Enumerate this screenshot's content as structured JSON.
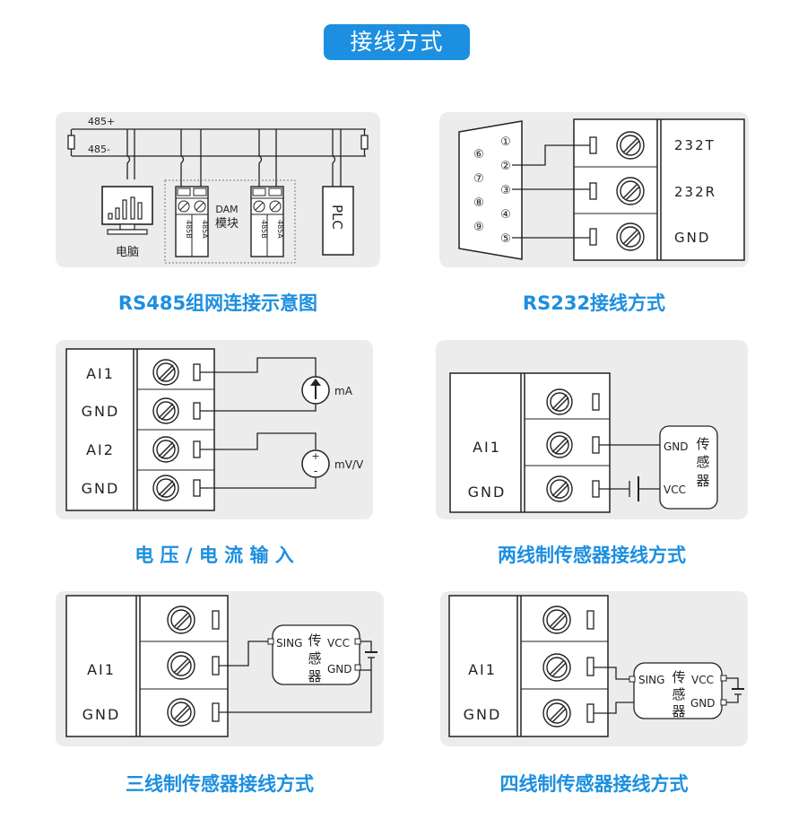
{
  "header": {
    "title": "接线方式"
  },
  "captions": {
    "rs485": "RS485组网连接示意图",
    "rs232": "RS232接线方式",
    "voltage_current": "电 压 / 电 流 输 入",
    "two_wire": "两线制传感器接线方式",
    "three_wire": "三线制传感器接线方式",
    "four_wire": "四线制传感器接线方式"
  },
  "rs485": {
    "bus_plus": "485+",
    "bus_minus": "485-",
    "computer": "电脑",
    "module_title": "DAM",
    "module_sub": "模块",
    "port_a": "485A",
    "port_b": "485B",
    "plc": "PLC"
  },
  "rs232": {
    "pins": [
      "①",
      "②",
      "③",
      "④",
      "⑤",
      "⑥",
      "⑦",
      "⑧",
      "⑨"
    ],
    "terminals": [
      "232T",
      "232R",
      "GND"
    ]
  },
  "voltage_current": {
    "labels": [
      "AI1",
      "GND",
      "AI2",
      "GND"
    ],
    "ma": "mA",
    "mv": "mV/V",
    "plus": "+",
    "minus": "-"
  },
  "sensor": {
    "ai": "AI1",
    "gnd": "GND",
    "sing": "SING",
    "vcc": "VCC",
    "chars": [
      "传",
      "感",
      "器"
    ]
  }
}
